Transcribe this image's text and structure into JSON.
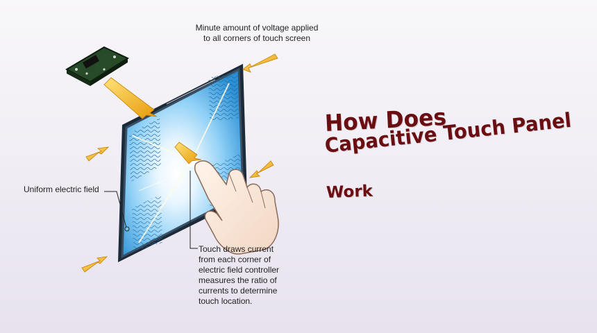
{
  "diagram": {
    "top_label": "Minute amount of voltage applied\nto all corners of touch screen",
    "left_label": "Uniform electric field",
    "bottom_label": "Touch draws current\nfrom each corner of\nelectric field controller\nmeasures the ratio of\ncurrents to determine\ntouch location."
  },
  "title": {
    "line1": "How Does",
    "line2": "Capacitive Touch Panel",
    "line3": "Work"
  },
  "colors": {
    "title": "#6b0e12",
    "panel_glow": "#ffffff",
    "panel_edge": "#2c8fd6",
    "bolt": "#f2b417"
  }
}
